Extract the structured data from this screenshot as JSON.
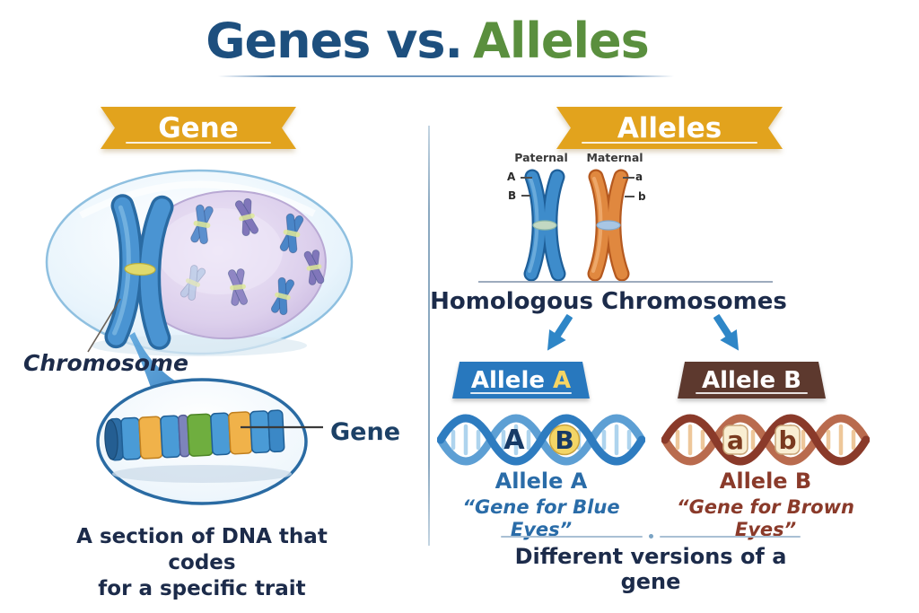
{
  "title": {
    "genes": "Genes vs.",
    "alleles": "Alleles"
  },
  "left_panel": {
    "banner_label": "Gene",
    "chromosome_label": "Chromosome",
    "gene_label": "Gene",
    "caption_line1": "A section of DNA that codes",
    "caption_line2": "for a specific trait"
  },
  "right_panel": {
    "banner_label": "Alleles",
    "paternal_label": "Paternal",
    "maternal_label": "Maternal",
    "locus_labels": {
      "paternal_top": "A",
      "paternal_bottom": "B",
      "maternal_top": "a",
      "maternal_bottom": "b"
    },
    "homologous_title": "Homologous Chromosomes",
    "allele_a": {
      "banner_word": "Allele",
      "banner_letter": "A",
      "helix_letter_1": "A",
      "helix_letter_2": "B",
      "caption_title": "Allele A",
      "caption_quote": "“Gene for Blue Eyes”"
    },
    "allele_b": {
      "banner_word": "Allele",
      "banner_letter": "B",
      "helix_letter_1": "a",
      "helix_letter_2": "b",
      "caption_title": "Allele B",
      "caption_quote": "“Gene for Brown Eyes”"
    },
    "footer_caption": "Different versions of a gene"
  },
  "colors": {
    "title_blue": "#1d4f7e",
    "title_green": "#5a8f3e",
    "ribbon_gold": "#e2a31d",
    "banner_blue": "#2878be",
    "banner_brown": "#5d392e",
    "allele_a_text": "#2a6ca8",
    "allele_b_text": "#8a3a2a",
    "body_navy": "#1c2b4a",
    "chromosome_blue": "#3e8ccb",
    "chromosome_orange": "#e0883f",
    "arrow_blue": "#2e86c7",
    "helix_blue": "#2e7cc0",
    "helix_brown": "#8a3a2a"
  }
}
